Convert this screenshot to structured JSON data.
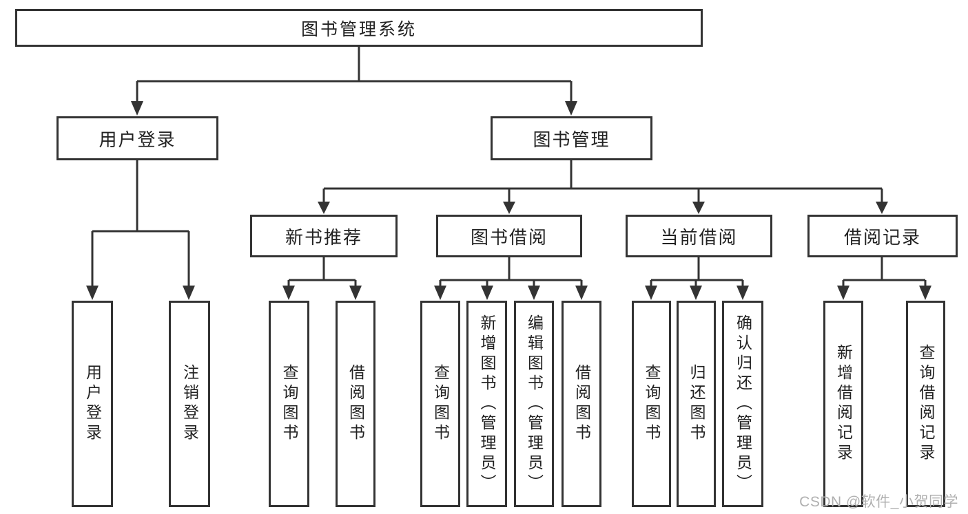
{
  "diagram": {
    "title": "图书管理系统",
    "tree": {
      "label": "图书管理系统",
      "children": [
        {
          "label": "用户登录",
          "children": [
            {
              "label": "用户登录"
            },
            {
              "label": "注销登录"
            }
          ]
        },
        {
          "label": "图书管理",
          "children": [
            {
              "label": "新书推荐",
              "children": [
                {
                  "label": "查询图书"
                },
                {
                  "label": "借阅图书"
                }
              ]
            },
            {
              "label": "图书借阅",
              "children": [
                {
                  "label": "查询图书"
                },
                {
                  "label": "新增图书（管理员）"
                },
                {
                  "label": "编辑图书（管理员）"
                },
                {
                  "label": "借阅图书"
                }
              ]
            },
            {
              "label": "当前借阅",
              "children": [
                {
                  "label": "查询图书"
                },
                {
                  "label": "归还图书"
                },
                {
                  "label": "确认归还（管理员）"
                }
              ]
            },
            {
              "label": "借阅记录",
              "children": [
                {
                  "label": "新增借阅记录"
                },
                {
                  "label": "查询借阅记录"
                }
              ]
            }
          ]
        }
      ]
    },
    "colors": {
      "line": "#333333",
      "text": "#222222",
      "background": "#ffffff",
      "watermark": "#b0b0b0"
    }
  },
  "watermark": {
    "text": "CSDN @软件_小贺同学"
  }
}
